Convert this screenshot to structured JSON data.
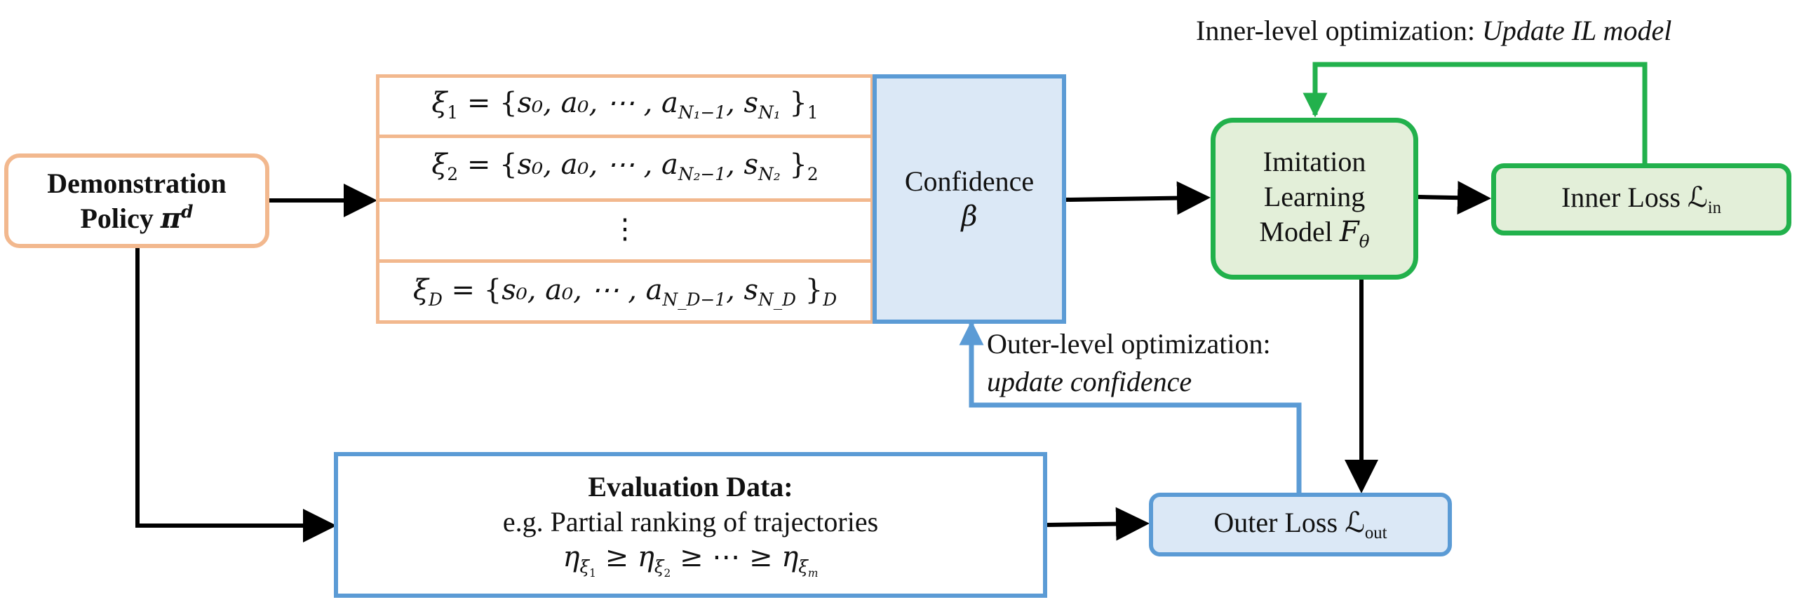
{
  "demonstration": {
    "line1": "Demonstration",
    "line2": "Policy",
    "pi": "π",
    "sup": "d"
  },
  "trajectories": {
    "rows": [
      {
        "xi": "ξ",
        "xi_sub": "1",
        "eq": " = {",
        "body": "s₀, a₀, ⋯ , a",
        "a_sub": "N₁−1",
        "mid": ", s",
        "s_sub": "N₁",
        "close": " }",
        "out_sub": "1"
      },
      {
        "xi": "ξ",
        "xi_sub": "2",
        "eq": " = {",
        "body": "s₀, a₀, ⋯ , a",
        "a_sub": "N₂−1",
        "mid": ", s",
        "s_sub": "N₂",
        "close": " }",
        "out_sub": "2"
      },
      {
        "xi": "ξ",
        "xi_sub": "D",
        "eq": " = {",
        "body": "s₀, a₀, ⋯ , a",
        "a_sub": "N_D−1",
        "mid": ", s",
        "s_sub": "N_D",
        "close": " }",
        "out_sub": "D"
      }
    ],
    "ellipsis": "⋮"
  },
  "confidence": {
    "label": "Confidence",
    "symbol": "β"
  },
  "il_model": {
    "line1": "Imitation",
    "line2": "Learning",
    "line3": "Model",
    "F": "F",
    "theta": "θ"
  },
  "inner_loss": {
    "label": "Inner Loss",
    "L": "ℒ",
    "sub": "in"
  },
  "outer_loss": {
    "label": "Outer Loss",
    "L": "ℒ",
    "sub": "out"
  },
  "evaluation": {
    "title": "Evaluation Data:",
    "line2": "e.g. Partial ranking of trajectories",
    "eta": "η",
    "xi": "ξ",
    "s1": "1",
    "s2": "2",
    "sm": "m",
    "geq": " ≥ ",
    "dots": "⋯"
  },
  "inner_caption": {
    "prefix": "Inner-level  optimization: ",
    "italic": "Update IL model"
  },
  "outer_caption": {
    "line1": "Outer-level optimization:",
    "line2": "update confidence"
  },
  "colors": {
    "orange": "#f2b88e",
    "blue": "#5b9bd5",
    "blue_fill": "#dbe8f6",
    "green": "#22b14c",
    "green_fill": "#e3efd9",
    "black": "#000000"
  }
}
